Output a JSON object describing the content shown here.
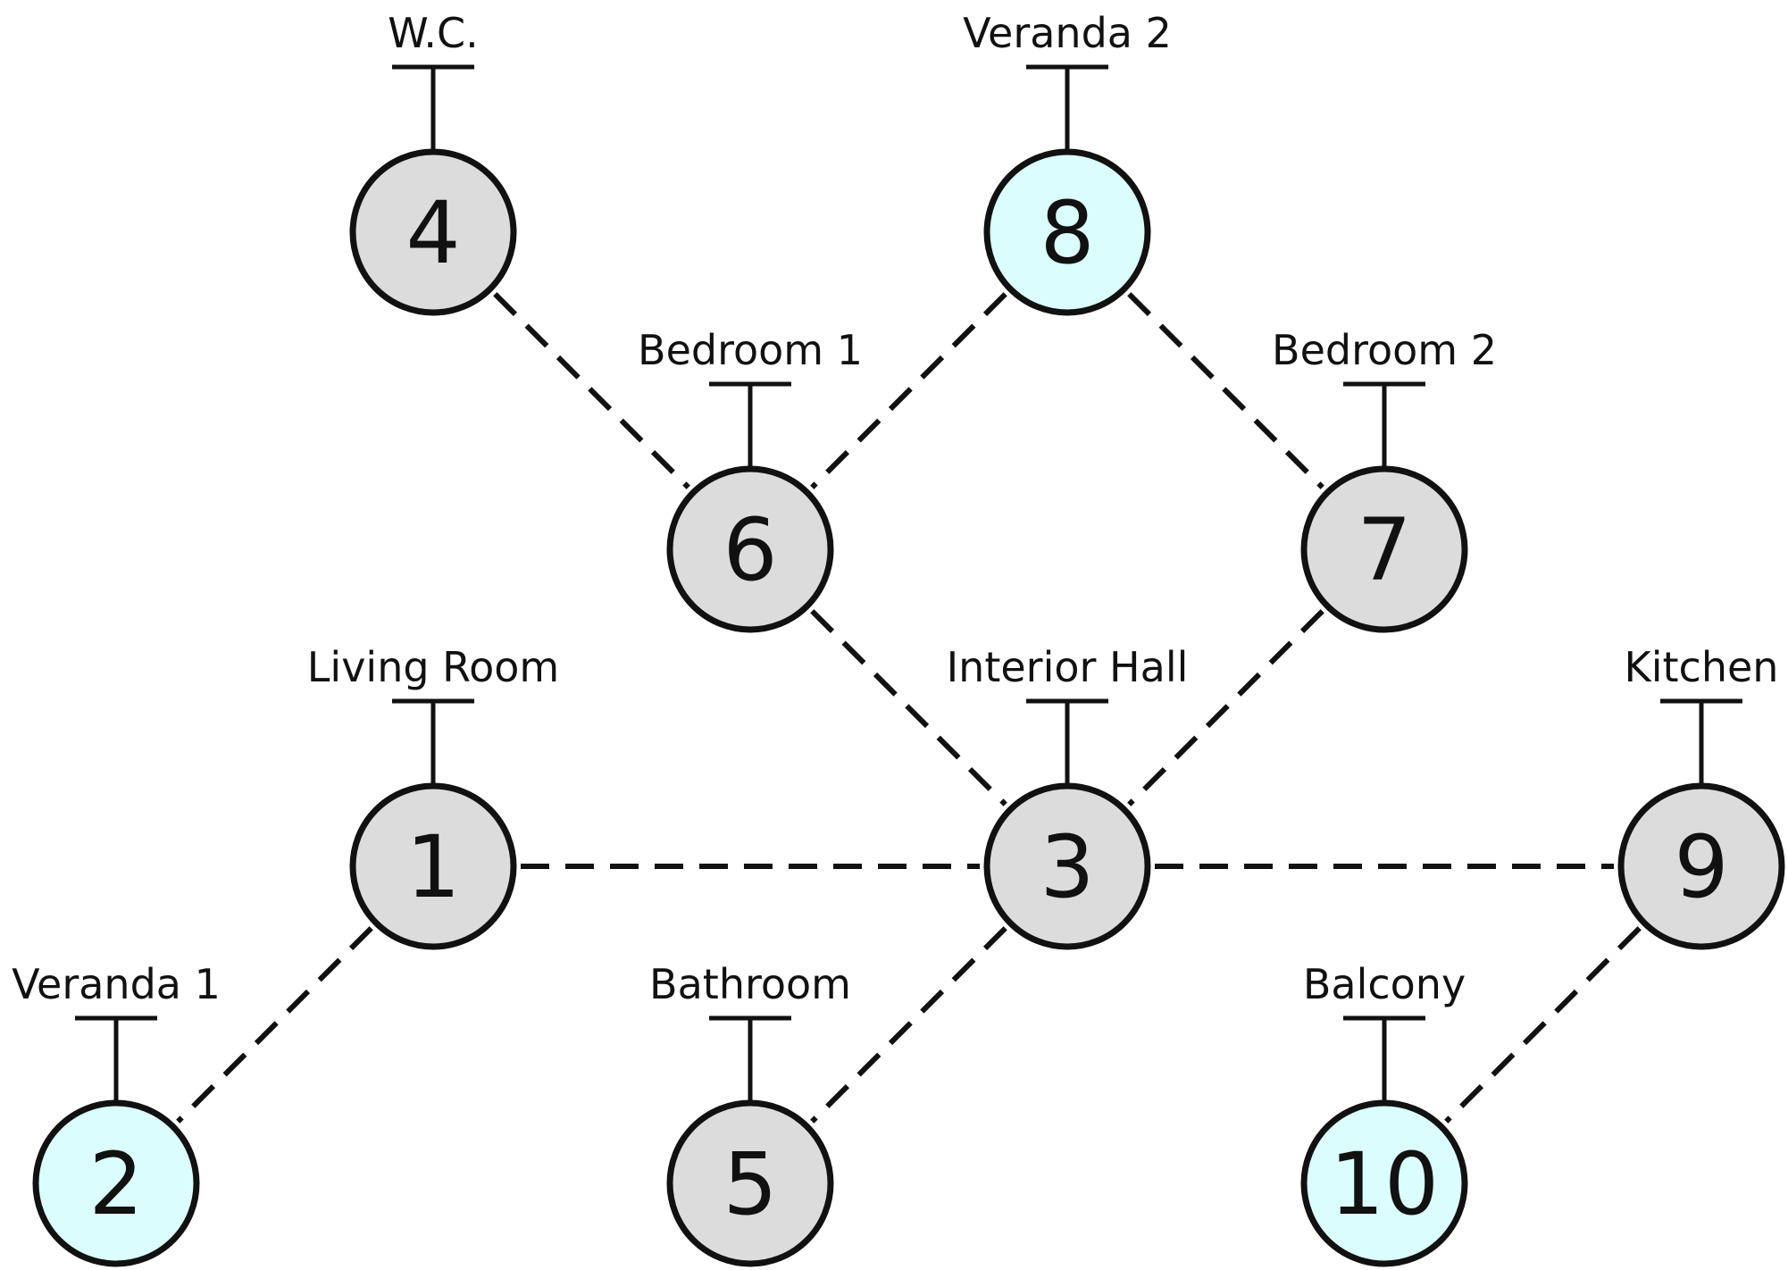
{
  "colors": {
    "ink": "#111111",
    "regular_node": "#dcdcdc",
    "exterior_node": "#dbfdfd",
    "background": "#ffffff"
  },
  "nodes": [
    {
      "id": "1",
      "label": "Living Room",
      "kind": "regular"
    },
    {
      "id": "2",
      "label": "Veranda 1",
      "kind": "exterior"
    },
    {
      "id": "3",
      "label": "Interior Hall",
      "kind": "regular"
    },
    {
      "id": "4",
      "label": "W.C.",
      "kind": "regular"
    },
    {
      "id": "5",
      "label": "Bathroom",
      "kind": "regular"
    },
    {
      "id": "6",
      "label": "Bedroom 1",
      "kind": "regular"
    },
    {
      "id": "7",
      "label": "Bedroom 2",
      "kind": "regular"
    },
    {
      "id": "8",
      "label": "Veranda 2",
      "kind": "exterior"
    },
    {
      "id": "9",
      "label": "Kitchen",
      "kind": "regular"
    },
    {
      "id": "10",
      "label": "Balcony",
      "kind": "exterior"
    }
  ],
  "edges": [
    {
      "from": "4",
      "to": "6",
      "style": "dashed"
    },
    {
      "from": "8",
      "to": "6",
      "style": "dashed"
    },
    {
      "from": "8",
      "to": "7",
      "style": "dashed"
    },
    {
      "from": "6",
      "to": "3",
      "style": "dashed"
    },
    {
      "from": "7",
      "to": "3",
      "style": "dashed"
    },
    {
      "from": "1",
      "to": "3",
      "style": "dashed"
    },
    {
      "from": "3",
      "to": "9",
      "style": "dashed"
    },
    {
      "from": "1",
      "to": "2",
      "style": "dashed"
    },
    {
      "from": "3",
      "to": "5",
      "style": "dashed"
    },
    {
      "from": "9",
      "to": "10",
      "style": "dashed"
    }
  ]
}
